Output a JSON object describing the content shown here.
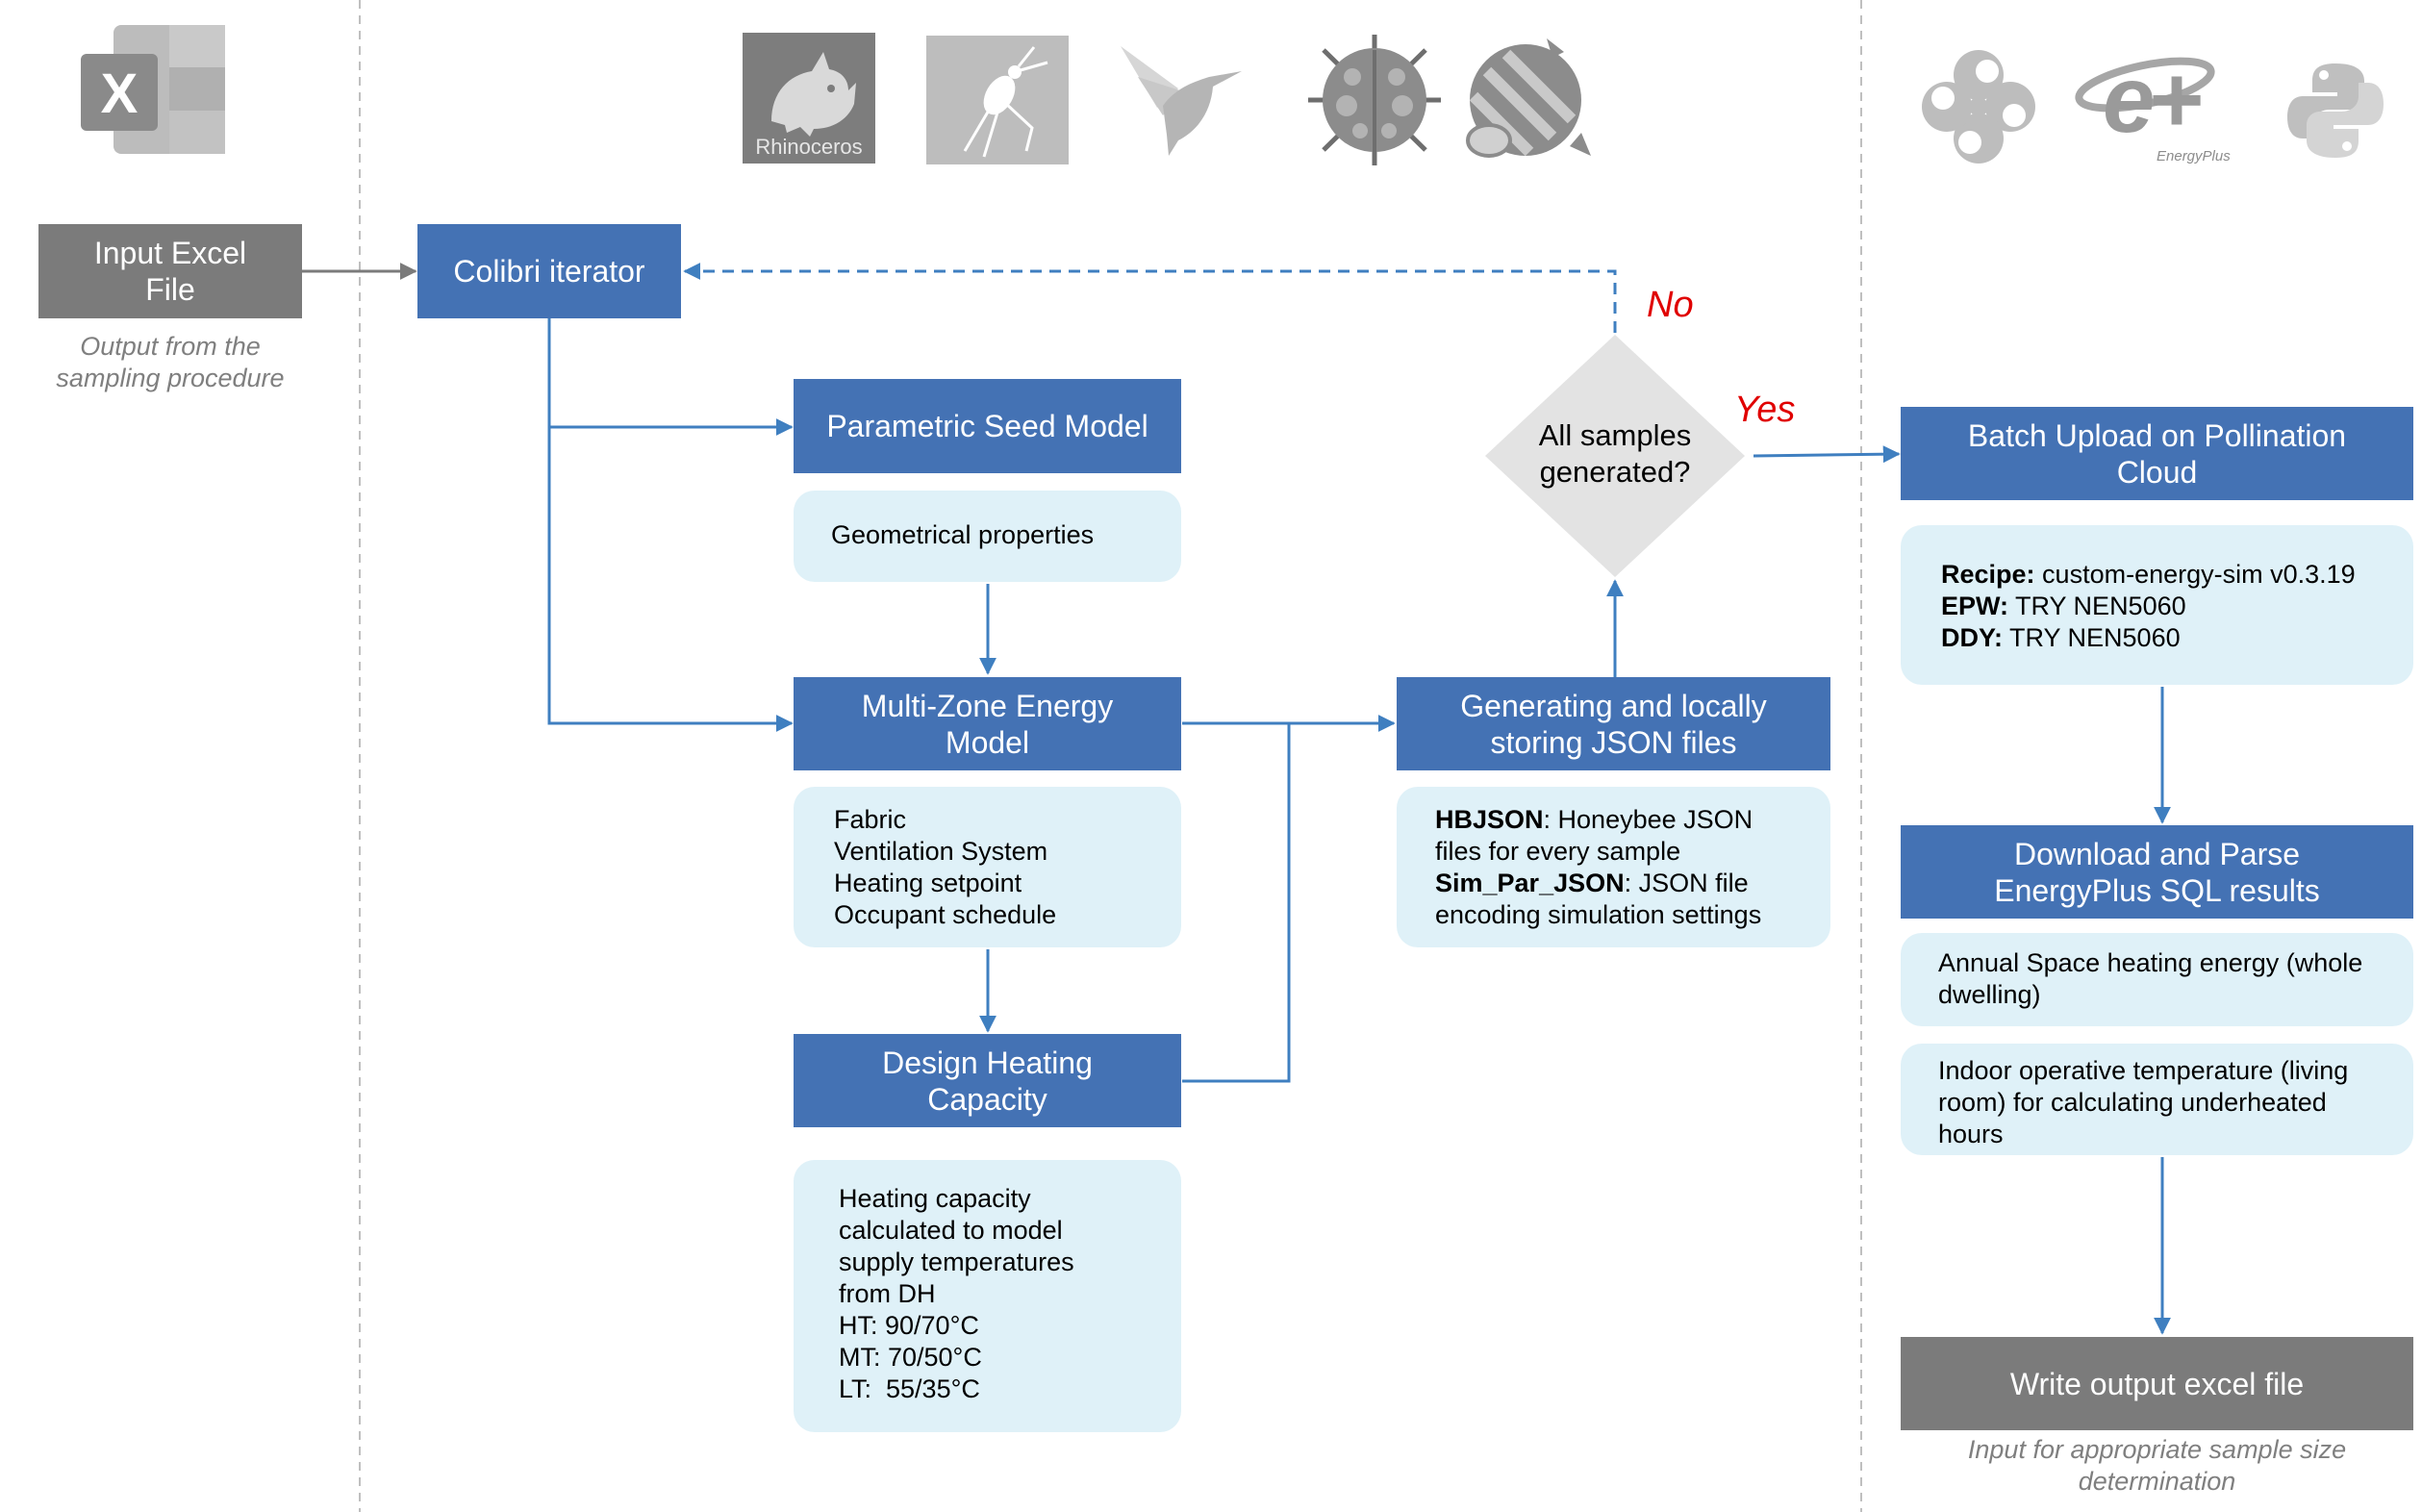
{
  "logos": {
    "excel": "X",
    "rhino": "Rhinoceros",
    "energyplus_main": "e+",
    "energyplus_sub": "EnergyPlus"
  },
  "nodes": {
    "input_excel": [
      "Input Excel",
      "File"
    ],
    "input_excel_note": [
      "Output from the",
      "sampling procedure"
    ],
    "colibri": [
      "Colibri iterator"
    ],
    "seed_model": [
      "Parametric Seed Model"
    ],
    "seed_props": [
      "Geometrical properties"
    ],
    "multizone": [
      "Multi-Zone Energy",
      "Model"
    ],
    "multizone_props": [
      "Fabric",
      "Ventilation System",
      "Heating setpoint",
      "Occupant schedule"
    ],
    "design_heating": [
      "Design Heating",
      "Capacity"
    ],
    "design_heating_props": [
      "Heating capacity",
      "calculated to model",
      "supply temperatures",
      "from DH",
      "HT: 90/70°C",
      "MT: 70/50°C",
      "LT:  55/35°C"
    ],
    "json_gen": [
      "Generating and locally",
      "storing JSON files"
    ],
    "json_desc": [
      {
        "bold": "HBJSON",
        "text": ": Honeybee JSON"
      },
      {
        "bold": "",
        "text": "files for every sample"
      },
      {
        "bold": "Sim_Par_JSON",
        "text": ": JSON file"
      },
      {
        "bold": "",
        "text": "encoding simulation settings"
      }
    ],
    "decision": [
      "All samples",
      "generated?"
    ],
    "no_label": "No",
    "yes_label": "Yes",
    "batch_upload": [
      "Batch Upload on Pollination",
      "Cloud"
    ],
    "batch_props": [
      {
        "bold": "Recipe:",
        "text": " custom-energy-sim v0.3.19"
      },
      {
        "bold": "EPW:",
        "text": " TRY NEN5060"
      },
      {
        "bold": "DDY:",
        "text": " TRY NEN5060"
      }
    ],
    "download": [
      "Download and Parse",
      "EnergyPlus SQL results"
    ],
    "annual": [
      "Annual Space heating energy (whole",
      "dwelling)"
    ],
    "indoor": [
      "Indoor operative temperature (living",
      "room) for calculating underheated",
      "hours"
    ],
    "write_output": [
      "Write output excel file"
    ],
    "write_output_note": [
      "Input for appropriate sample size",
      "determination"
    ]
  },
  "colors": {
    "blue_box": "#4472b4",
    "gray_box": "#7b7b7b",
    "light_box": "#dff1f8",
    "arrow": "#3f7fc0",
    "diamond": "#e3e3e3",
    "decision_labels": "#e00000",
    "icons": "#8c8c8c"
  },
  "icons": [
    "excel-icon",
    "rhino-icon",
    "grasshopper-icon",
    "ladybug-icon",
    "honeybee-icon",
    "colibri-bird-icon",
    "pollination-icon",
    "energyplus-icon",
    "python-icon"
  ]
}
